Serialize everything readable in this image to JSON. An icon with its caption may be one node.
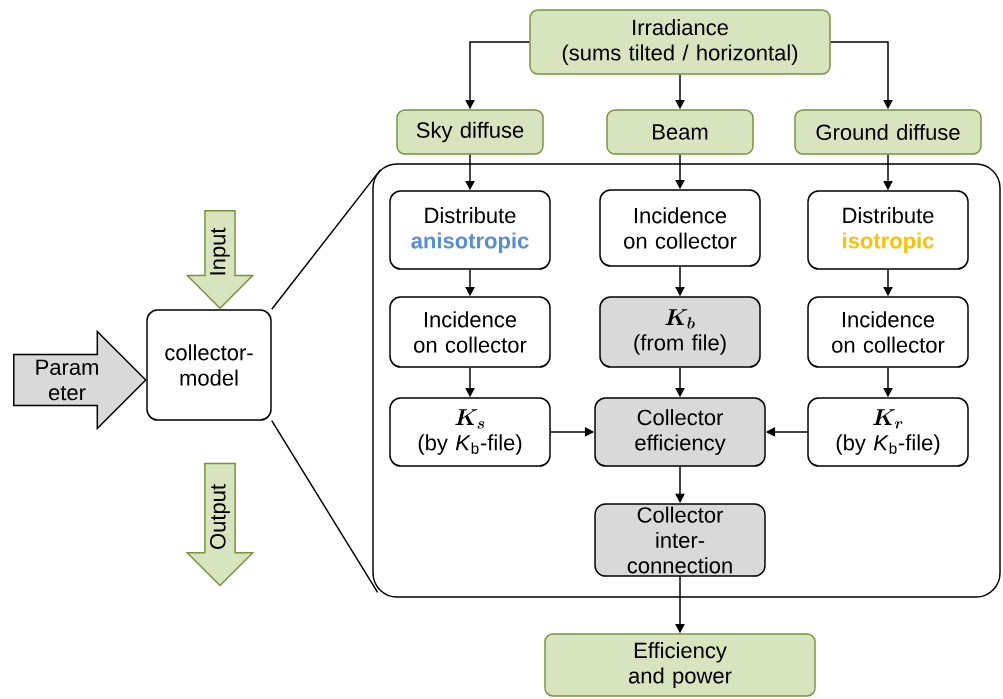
{
  "diagram": {
    "nodes": [
      {
        "text": [
          "Irradiance",
          "(sums tilted / horizontal)"
        ]
      },
      {
        "text": [
          "Sky diffuse"
        ]
      },
      {
        "text": [
          "Beam"
        ]
      },
      {
        "text": [
          "Ground diffuse"
        ]
      },
      {
        "text": [
          "Param eter"
        ]
      },
      {
        "text": [
          "Input"
        ]
      },
      {
        "text": [
          "collector-model"
        ]
      },
      {
        "text": [
          "Output"
        ]
      },
      {
        "text": [],
        "shape": "box"
      },
      {
        "text": [
          "Distribute",
          "anisotropic"
        ],
        "in": 8
      },
      {
        "text": [
          "Incidence on collector"
        ],
        "in": 8
      },
      {
        "text": [
          "Distribute",
          "isotropic"
        ],
        "in": 8
      },
      {
        "text": [
          "Incidence on collector"
        ],
        "in": 8
      },
      {
        "text": [
          "\\bm{K_b}",
          "(from file)"
        ],
        "in": 8
      },
      {
        "text": [
          "Incidence on collector"
        ],
        "in": 8
      },
      {
        "text": [
          "\\bm{K_s}",
          "(by *K*$_{b}$-file)"
        ],
        "in": 8
      },
      {
        "text": [
          "Collector efficiency"
        ],
        "in": 8
      },
      {
        "text": [
          "\\bm{K_r}",
          "(by *K*$_{b}$-file)"
        ],
        "in": 8
      },
      {
        "text": [
          "Collector inter-connection"
        ],
        "in": 8
      },
      {
        "text": [
          "Efficiency and power"
        ]
      }
    ],
    "edges": [
      {
        "from": 0,
        "to": 1,
        "arrow": "to"
      },
      {
        "from": 0,
        "to": 2,
        "arrow": "to"
      },
      {
        "from": 0,
        "to": 3,
        "arrow": "to"
      },
      {
        "from": 1,
        "to": 9,
        "arrow": "to"
      },
      {
        "from": 2,
        "to": 10,
        "arrow": "to"
      },
      {
        "from": 3,
        "to": 11,
        "arrow": "to"
      },
      {
        "from": 9,
        "to": 12,
        "arrow": "to"
      },
      {
        "from": 10,
        "to": 13,
        "arrow": "to"
      },
      {
        "from": 11,
        "to": 14,
        "arrow": "to"
      },
      {
        "from": 12,
        "to": 15,
        "arrow": "to"
      },
      {
        "from": 13,
        "to": 16,
        "arrow": "to"
      },
      {
        "from": 14,
        "to": 17,
        "arrow": "to"
      },
      {
        "from": 15,
        "to": 16,
        "arrow": "to"
      },
      {
        "from": 17,
        "to": 16,
        "arrow": "to"
      },
      {
        "from": 16,
        "to": 18,
        "arrow": "to"
      },
      {
        "from": 18,
        "to": 19,
        "arrow": "to"
      },
      {
        "from": 6,
        "to": 8,
        "arrow": "none"
      },
      {
        "from": 6,
        "to": 8,
        "arrow": "none"
      }
    ]
  }
}
